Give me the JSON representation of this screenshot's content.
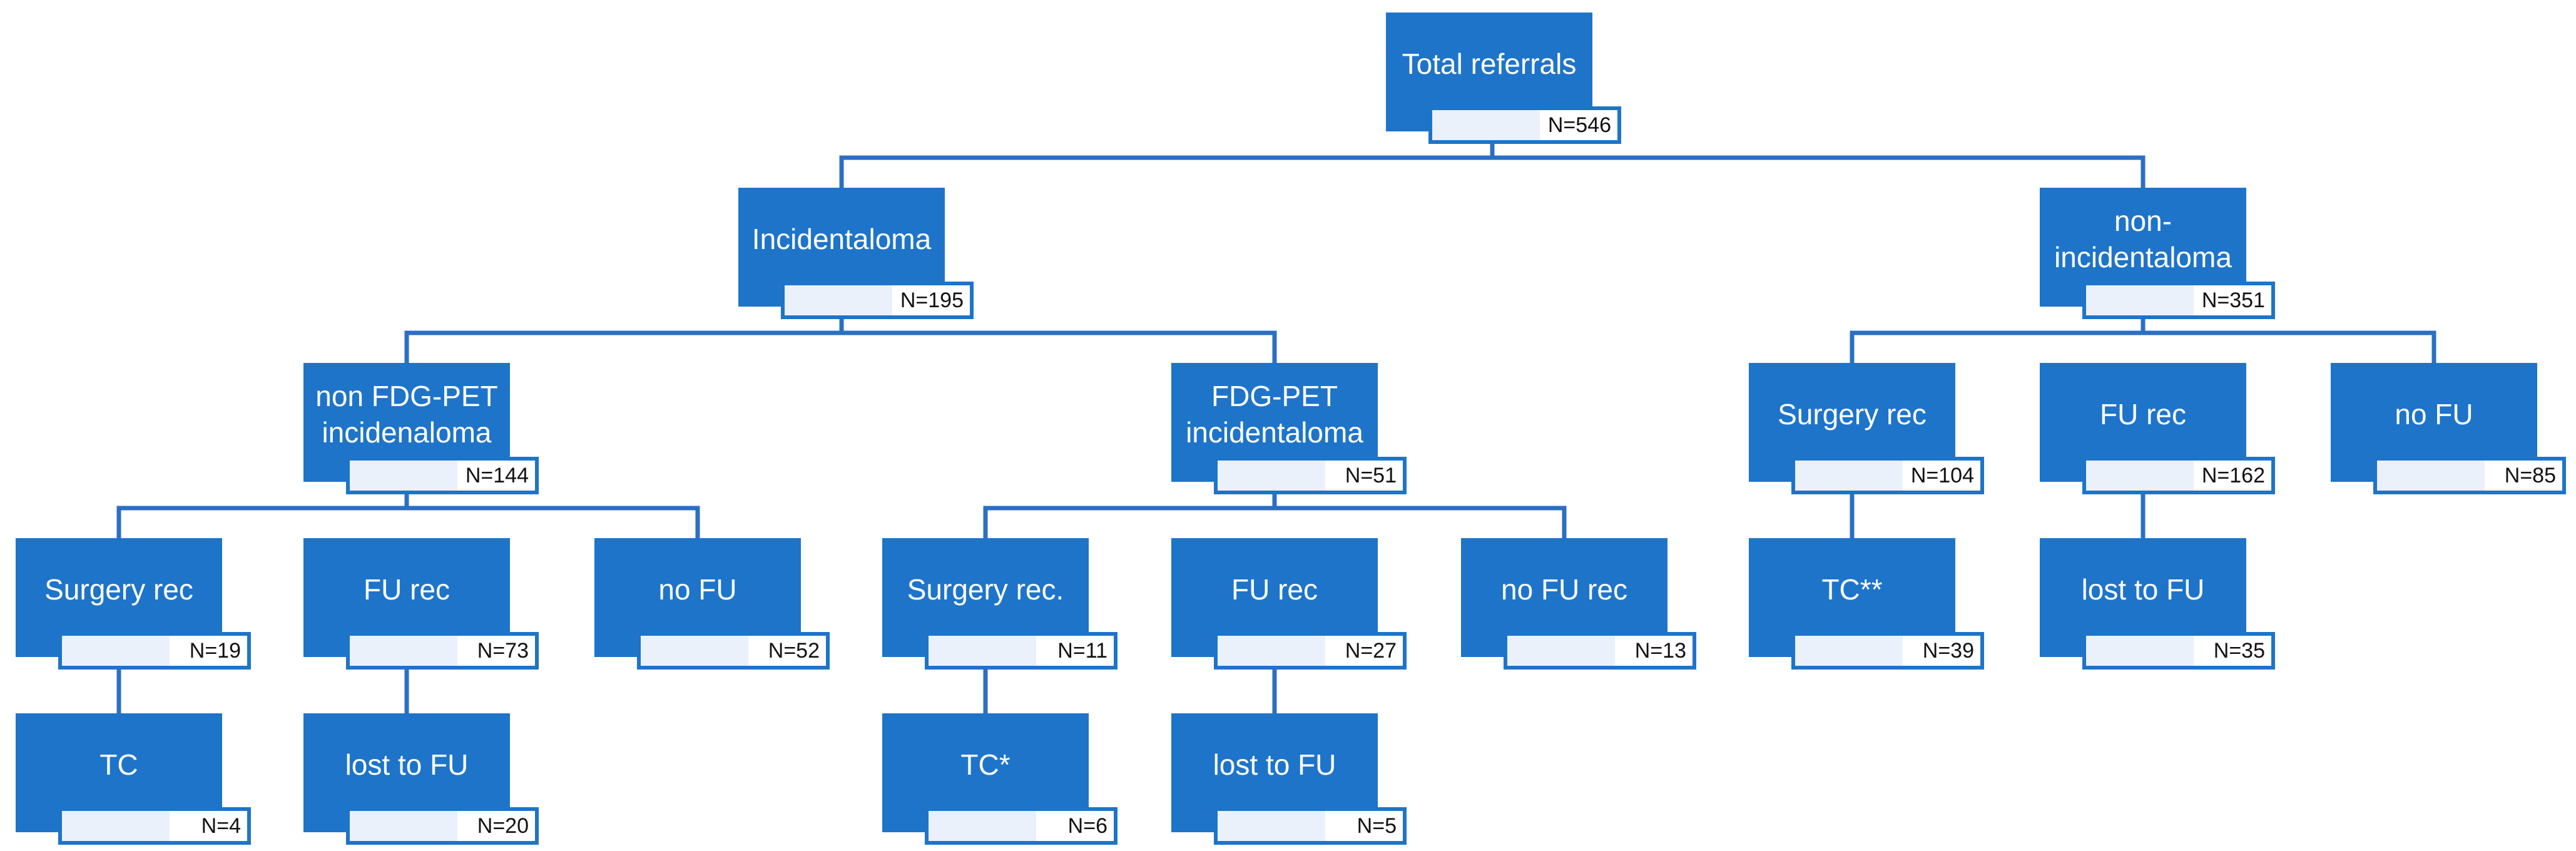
{
  "colors": {
    "box": "#1e74c9",
    "line": "#2b6fc3",
    "count_text": "#111111"
  },
  "nodes": {
    "total": {
      "label": "Total referrals",
      "count": "N=546"
    },
    "incidentaloma": {
      "label": "Incidentaloma",
      "count": "N=195"
    },
    "non_incidentaloma": {
      "label": "non-\nincidentaloma",
      "count": "N=351"
    },
    "non_fdg": {
      "label": "non FDG-PET\nincidenaloma",
      "count": "N=144"
    },
    "fdg": {
      "label": "FDG-PET\nincidentaloma",
      "count": "N=51"
    },
    "ni_surgery": {
      "label": "Surgery rec",
      "count": "N=104"
    },
    "ni_fu": {
      "label": "FU rec",
      "count": "N=162"
    },
    "ni_nofu": {
      "label": "no FU",
      "count": "N=85"
    },
    "nf_surgery": {
      "label": "Surgery rec",
      "count": "N=19"
    },
    "nf_fu": {
      "label": "FU rec",
      "count": "N=73"
    },
    "nf_nofu": {
      "label": "no FU",
      "count": "N=52"
    },
    "f_surgery": {
      "label": "Surgery rec.",
      "count": "N=11"
    },
    "f_fu": {
      "label": "FU rec",
      "count": "N=27"
    },
    "f_nofu": {
      "label": "no FU rec",
      "count": "N=13"
    },
    "ni_tc": {
      "label": "TC**",
      "count": "N=39"
    },
    "ni_lost": {
      "label": "lost to FU",
      "count": "N=35"
    },
    "nf_tc": {
      "label": "TC",
      "count": "N=4"
    },
    "nf_lost": {
      "label": "lost to FU",
      "count": "N=20"
    },
    "f_tc": {
      "label": "TC*",
      "count": "N=6"
    },
    "f_lost": {
      "label": "lost to FU",
      "count": "N=5"
    }
  }
}
